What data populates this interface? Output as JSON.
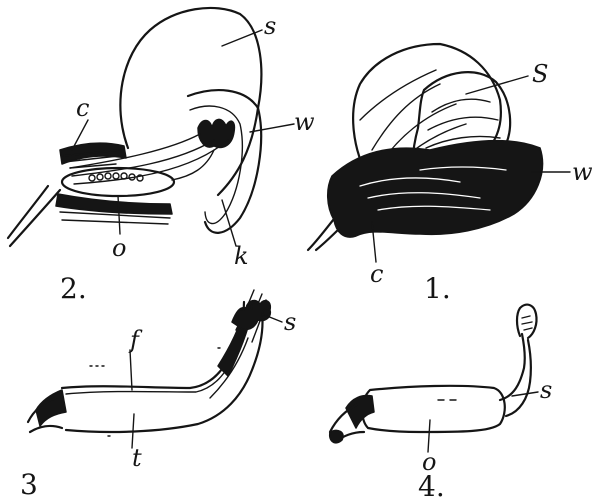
{
  "figures": [
    {
      "number": "2.",
      "labels": {
        "s": "s",
        "c": "c",
        "w": "w",
        "o": "o",
        "k": "k"
      }
    },
    {
      "number": "1.",
      "labels": {
        "s": "S",
        "w": "w",
        "c": "c"
      }
    },
    {
      "number": "3",
      "labels": {
        "f": "f",
        "s": "s",
        "t": "t"
      }
    },
    {
      "number": "4.",
      "labels": {
        "s": "s",
        "o": "o"
      }
    }
  ],
  "colors": {
    "ink": "#151515",
    "paper": "#ffffff"
  }
}
